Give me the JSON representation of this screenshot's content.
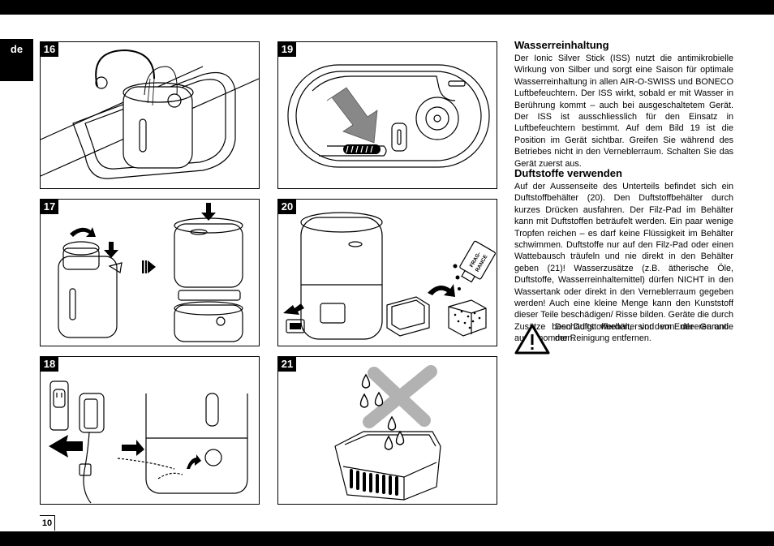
{
  "language_tab": "de",
  "page_number": "10",
  "figures": [
    {
      "number": "16"
    },
    {
      "number": "17"
    },
    {
      "number": "18"
    },
    {
      "number": "19"
    },
    {
      "number": "20",
      "fragrance_label": "FRAG-RANCE"
    },
    {
      "number": "21"
    }
  ],
  "section1": {
    "title": "Wasserreinhaltung",
    "body": "Der Ionic Silver Stick (ISS) nutzt die antimikrobielle Wirkung von Silber und sorgt eine Saison für optimale Wasserreinhaltung in allen AIR-O-SWISS und BONECO Luftbefeuchtern. Der ISS wirkt, sobald er mit Wasser in Berührung kommt – auch bei ausgeschaltetem Gerät. Der ISS ist ausschliesslich für den Einsatz in Luftbefeuchtern bestimmt. Auf dem Bild 19 ist die Position im Gerät sichtbar. Greifen Sie während des Betriebes nicht in den Verneblerraum. Schalten Sie das Gerät zuerst aus."
  },
  "section2": {
    "title": "Duftstoffe verwenden",
    "body": "Auf der Aussenseite des Unterteils befindet sich ein Duftstoffbehälter (20). Den Duftstoffbehälter durch kurzes Drücken ausfahren. Der Filz-Pad im Behälter kann mit Duftstoffen beträufelt werden. Ein paar wenige Tropfen reichen – es darf keine Flüssigkeit im Behälter schwimmen. Duftstoffe nur auf den Filz-Pad oder einen Wattebausch träufeln und nie direkt in den Behälter geben (21)! Wasserzusätze (z.B. ätherische Öle, Duftstoffe, Wasserreinhaltemittel) dürfen NICHT in den Wassertank oder direkt in den Verneblerraum gegeben werden! Auch eine kleine Menge kann den Kunststoff dieser Teile beschädigen/ Risse bilden. Geräte die durch Zusätze beschädigt werden, sind von der Garantie ausgenommen."
  },
  "warning": {
    "icon": "warning-triangle-icon",
    "text": "Den Duftstoffbehälter vor dem Entleeren und der Reinigung entfernen."
  }
}
